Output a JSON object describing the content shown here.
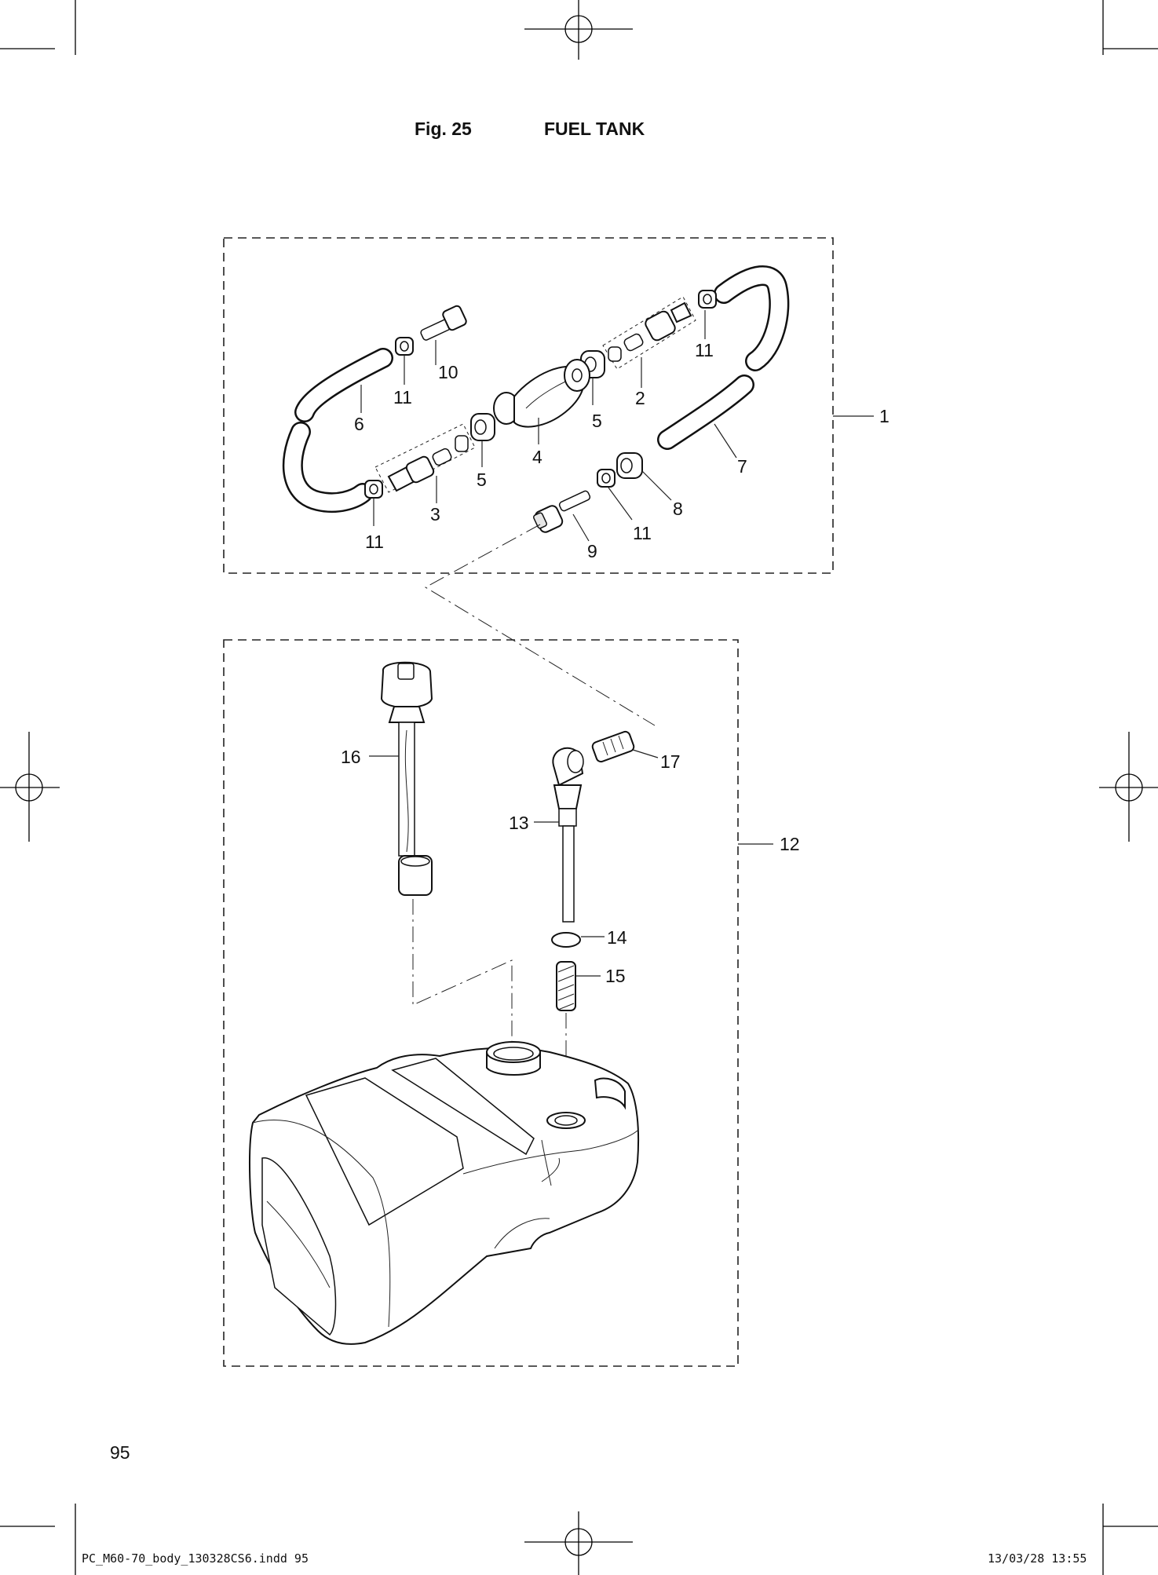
{
  "figure": {
    "number": "Fig. 25",
    "title": "FUEL TANK"
  },
  "callouts": {
    "c1": "1",
    "c2": "2",
    "c3": "3",
    "c4": "4",
    "c5a": "5",
    "c5b": "5",
    "c6": "6",
    "c7": "7",
    "c8": "8",
    "c9": "9",
    "c10": "10",
    "c11a": "11",
    "c11b": "11",
    "c11c": "11",
    "c11d": "11",
    "c12": "12",
    "c13": "13",
    "c14": "14",
    "c15": "15",
    "c16": "16",
    "c17": "17"
  },
  "page_number": "95",
  "footer": {
    "file": "PC_M60-70_body_130328CS6.indd   95",
    "timestamp": "13/03/28   13:55"
  }
}
